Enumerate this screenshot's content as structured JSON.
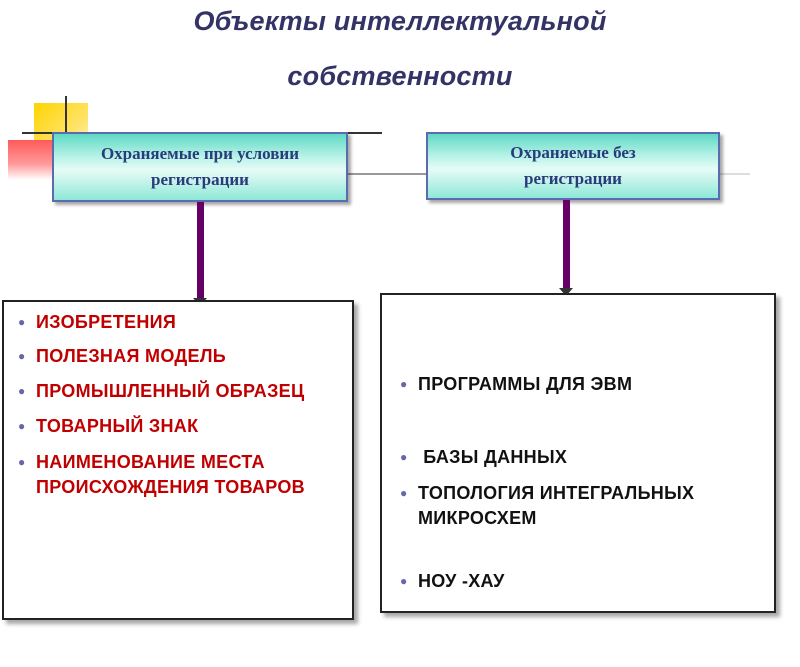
{
  "title": {
    "line1": "Объекты интеллектуальной",
    "line2": "собственности"
  },
  "header_left": {
    "line1": "Охраняемые при условии",
    "line2": "регистрации"
  },
  "header_right": {
    "line1": "Охраняемые без",
    "line2": "регистрации"
  },
  "left_items": [
    {
      "lines": [
        "ИЗОБРЕТЕНИЯ"
      ]
    },
    {
      "lines": [
        "ПОЛЕЗНАЯ МОДЕЛЬ"
      ]
    },
    {
      "lines": [
        "ПРОМЫШЛЕННЫЙ ОБРАЗЕЦ"
      ]
    },
    {
      "lines": [
        "ТОВАРНЫЙ ЗНАК"
      ]
    },
    {
      "lines": [
        "НАИМЕНОВАНИЕ МЕСТА",
        "ПРОИСХОЖДЕНИЯ ТОВАРОВ"
      ]
    }
  ],
  "right_items": [
    {
      "lines": [
        "ПРОГРАММЫ ДЛЯ ЭВМ"
      ]
    },
    {
      "lines": [
        " БАЗЫ ДАННЫХ"
      ]
    },
    {
      "lines": [
        "ТОПОЛОГИЯ ИНТЕГРАЛЬНЫХ",
        "МИКРОСХЕМ"
      ]
    },
    {
      "lines": [
        "НОУ -ХАУ"
      ]
    }
  ],
  "bullet_glyph": "●",
  "colors": {
    "title": "#333366",
    "header_text": "#2a3a7a",
    "left_items": "#c00000",
    "right_items": "#111111",
    "arrow": "#660066"
  }
}
